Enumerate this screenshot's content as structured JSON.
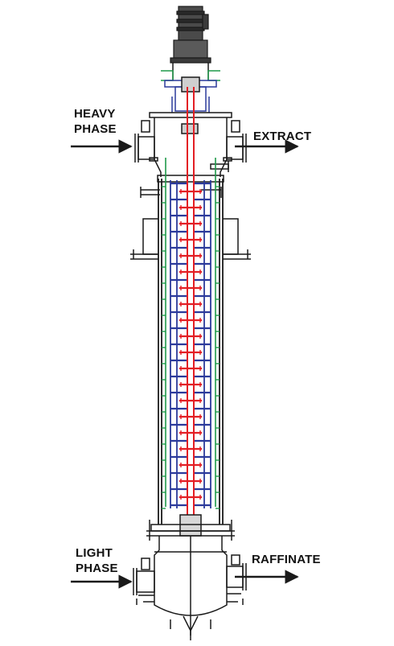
{
  "labels": {
    "heavy_phase": [
      "HEAVY",
      "PHASE"
    ],
    "extract": "EXTRACT",
    "light_phase": [
      "LIGHT",
      "PHASE"
    ],
    "raffinate": "RAFFINATE"
  },
  "colors": {
    "outline": "#1a1a1a",
    "shaft": "#e31e24",
    "stator": "#2b3a9b",
    "baffle": "#1f9a4a",
    "motor": "#3a3a3a"
  },
  "icons": [
    "motor-icon",
    "arrow-right-icon"
  ]
}
